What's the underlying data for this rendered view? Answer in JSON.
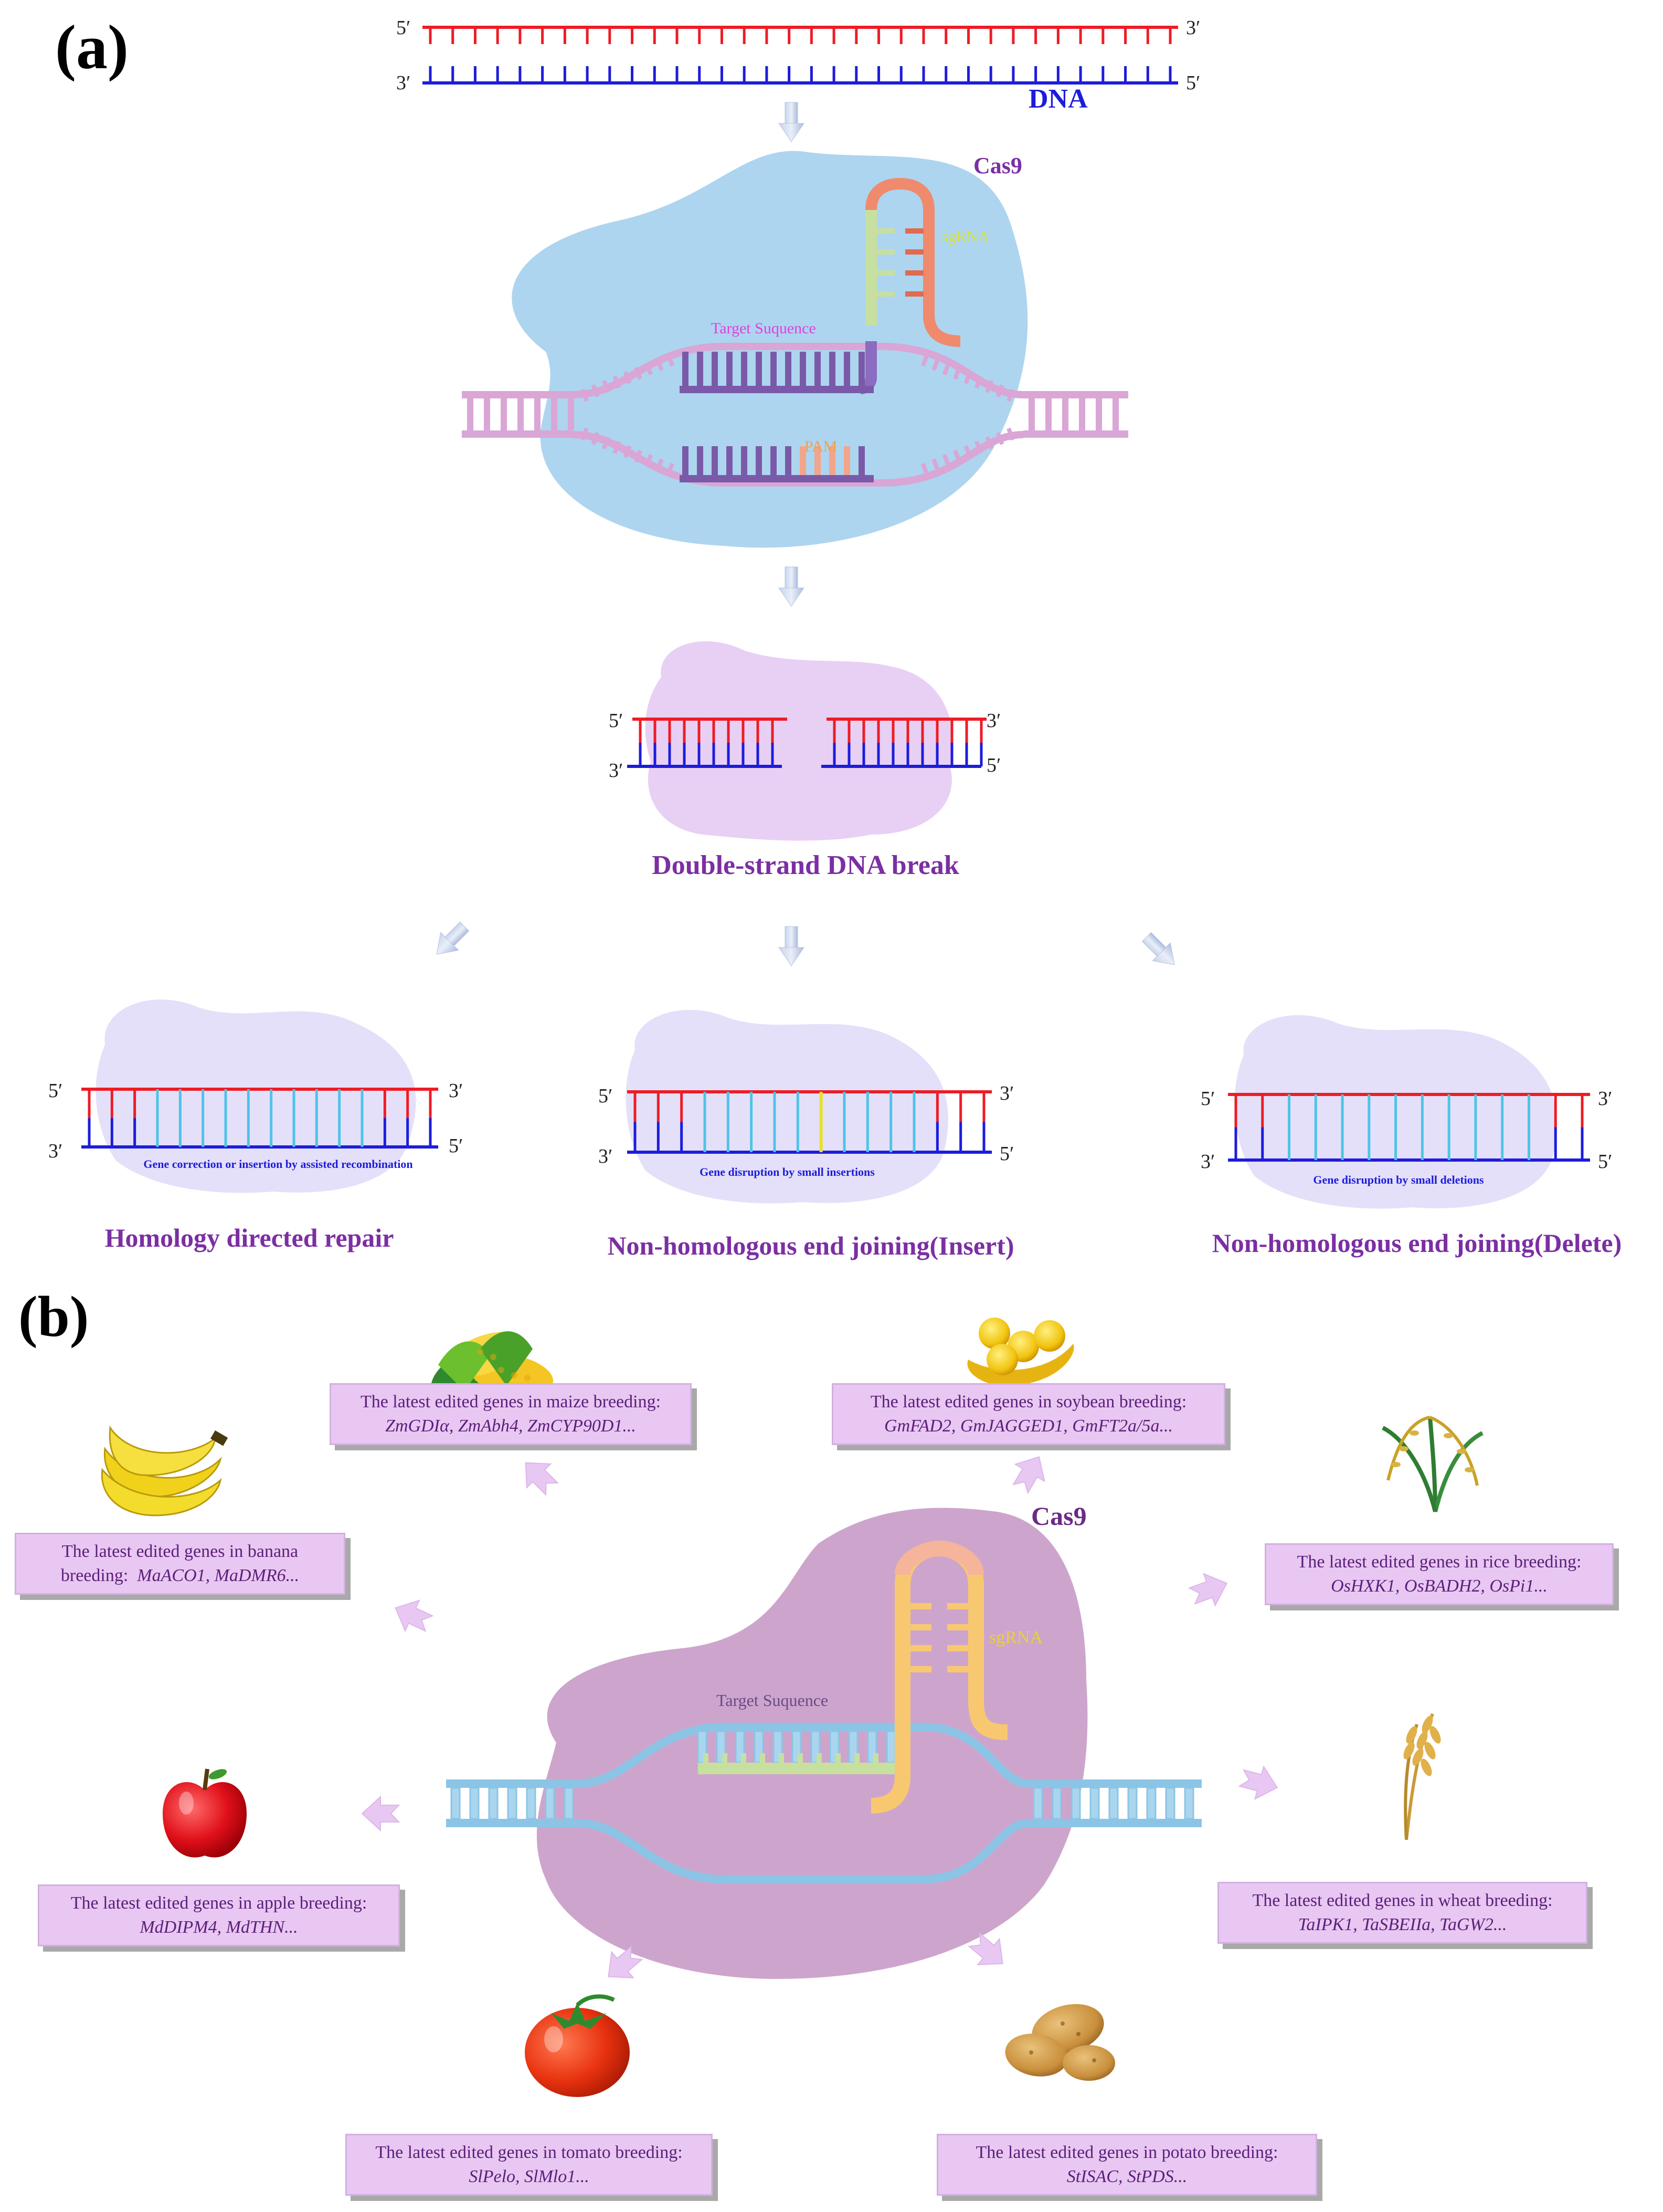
{
  "panel_a": {
    "label": "(a)",
    "top_dna": {
      "five_left": "5′",
      "three_right": "3′",
      "three_left": "3′",
      "five_right": "5′",
      "label": "DNA"
    },
    "cas9_label": "Cas9",
    "sgrna_label": "sgRNA",
    "target_label": "Target Suquence",
    "pam_label": "PAM",
    "break": {
      "left_5": "5′",
      "left_3": "3′",
      "right_3": "3′",
      "right_5": "5′",
      "title": "Double-strand DNA break"
    },
    "repairs": [
      {
        "top_left": "5′",
        "top_right": "3′",
        "bottom_left": "3′",
        "bottom_right": "5′",
        "note": "Gene correction or insertion by assisted recombination",
        "title": "Homology directed repair"
      },
      {
        "top_left": "5′",
        "top_right": "3′",
        "bottom_left": "3′",
        "bottom_right": "5′",
        "note": "Gene disruption by small insertions",
        "title": "Non-homologous end joining(Insert)"
      },
      {
        "top_left": "5′",
        "top_right": "3′",
        "bottom_left": "3′",
        "bottom_right": "5′",
        "note": "Gene disruption by small deletions",
        "title": "Non-homologous end joining(Delete)"
      }
    ]
  },
  "panel_b": {
    "label": "(b)",
    "cas9_label": "Cas9",
    "sgrna_label": "sgRNA",
    "target_label": "Target Suquence",
    "crops": [
      {
        "name": "maize",
        "icon": "corn-icon",
        "title": "The latest edited genes in maize breeding:",
        "genes": "ZmGDIα, ZmAbh4, ZmCYP90D1..."
      },
      {
        "name": "soybean",
        "icon": "soybean-icon",
        "title": "The latest edited genes in soybean breeding:",
        "genes": "GmFAD2, GmJAGGED1, GmFT2a/5a..."
      },
      {
        "name": "banana",
        "icon": "banana-icon",
        "title": "The latest edited genes in banana",
        "title2": "breeding:",
        "genes": "MaACO1, MaDMR6..."
      },
      {
        "name": "rice",
        "icon": "rice-icon",
        "title": "The latest edited genes in rice breeding:",
        "genes": "OsHXK1, OsBADH2, OsPi1..."
      },
      {
        "name": "apple",
        "icon": "apple-icon",
        "title": "The latest edited genes in apple breeding:",
        "genes": "MdDIPM4, MdTHN..."
      },
      {
        "name": "wheat",
        "icon": "wheat-icon",
        "title": "The latest edited genes in wheat breeding:",
        "genes": "TaIPK1, TaSBEIIa, TaGW2..."
      },
      {
        "name": "tomato",
        "icon": "tomato-icon",
        "title": "The latest edited genes in tomato breeding:",
        "genes": "SlPelo, SlMlo1..."
      },
      {
        "name": "potato",
        "icon": "potato-icon",
        "title": "The latest edited genes in potato breeding:",
        "genes": "StISAC, StPDS..."
      }
    ]
  },
  "colors": {
    "red_strand": "#ee1c25",
    "blue_strand": "#1c1cdc",
    "cyan_base": "#4fc3e8",
    "cas9_blue": "#a9d3ee",
    "cas9_purple": "#c898c6",
    "violet_text": "#7b2fa3",
    "box_fill": "#e8c8f2"
  }
}
